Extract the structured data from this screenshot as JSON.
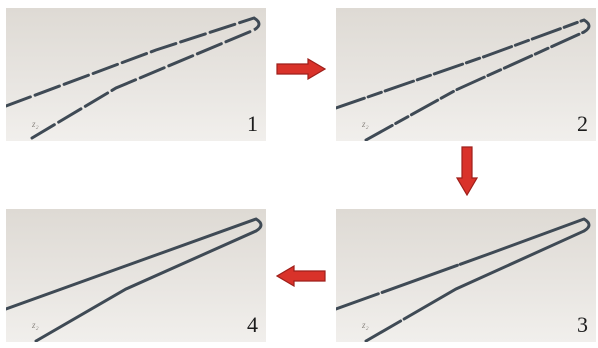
{
  "panels": [
    {
      "number": "1",
      "mark": "z₂",
      "dash": "dashed-long"
    },
    {
      "number": "2",
      "mark": "z₂",
      "dash": "dashed-mixed"
    },
    {
      "number": "3",
      "mark": "z₂",
      "dash": "mostly-solid"
    },
    {
      "number": "4",
      "mark": "z₂",
      "dash": "solid"
    }
  ],
  "colors": {
    "curve": "#3f4a55",
    "arrow_fill": "#d9322a",
    "arrow_stroke": "#9e1f1a",
    "panel_top": "#dedad4",
    "panel_bottom": "#f1efec"
  },
  "flow": [
    "1",
    "2",
    "3",
    "4"
  ]
}
